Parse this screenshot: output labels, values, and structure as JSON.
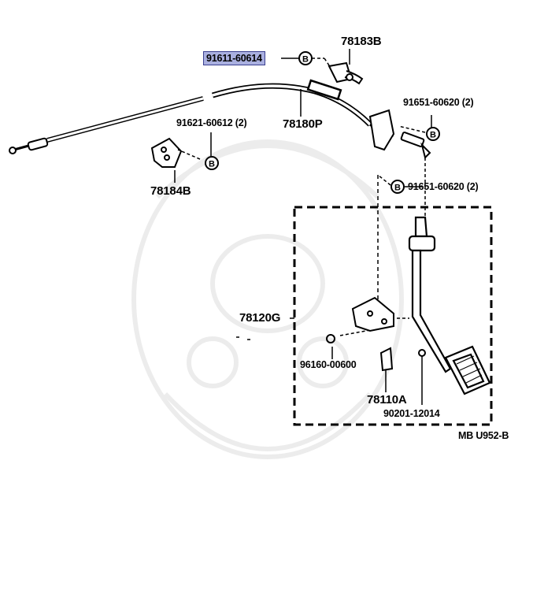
{
  "highlight_color": "#aab0e0",
  "labels": {
    "part_91611": "91611-60614",
    "part_78183B": "78183B",
    "part_91651_top": "91651-60620 (2)",
    "part_91621": "91621-60612 (2)",
    "part_78180P": "78180P",
    "part_78184B": "78184B",
    "part_91651_mid": "91651-60620 (2)",
    "part_78120G": "78120G",
    "part_96160": "96160-00600",
    "part_78110A": "78110A",
    "part_90201": "90201-12014",
    "diagram_code": "MB U952-B"
  },
  "bolt_symbol": "B"
}
